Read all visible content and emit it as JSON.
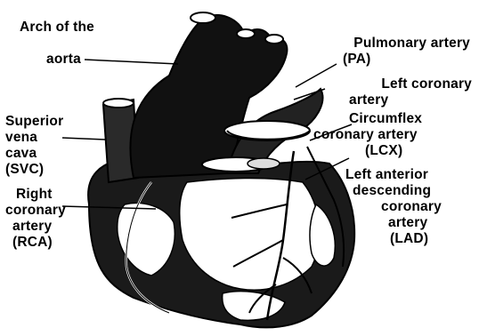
{
  "labels": {
    "arch_line1": "Arch of the",
    "arch_line2": "aorta",
    "pa_line1": "Pulmonary artery",
    "pa_line2": "(PA)",
    "lca_line1": "Left coronary",
    "lca_line2": "artery",
    "lcx_line1": "Circumflex",
    "lcx_line2": "coronary artery",
    "lcx_line3": "(LCX)",
    "svc_line1": "Superior",
    "svc_line2": "vena",
    "svc_line3": "cava",
    "svc_line4": "(SVC)",
    "rca_line1": "Right",
    "rca_line2": "coronary",
    "rca_line3": "artery",
    "rca_line4": "(RCA)",
    "lad_line1": "Left anterior",
    "lad_line2": "descending",
    "lad_line3": "coronary",
    "lad_line4": "artery",
    "lad_line5": "(LAD)"
  }
}
